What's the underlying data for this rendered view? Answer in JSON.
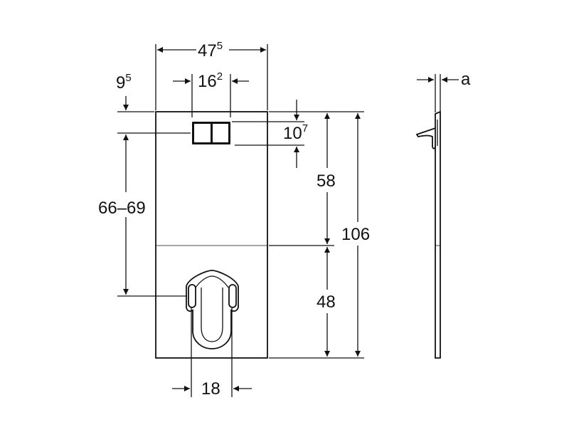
{
  "dimensions": {
    "width_main": {
      "base": "47",
      "sup": "5"
    },
    "width_button": {
      "base": "16",
      "sup": "2"
    },
    "top_offset": {
      "base": "9",
      "sup": "5"
    },
    "button_height": {
      "base": "10",
      "sup": "7"
    },
    "button_to_bowl": "66–69",
    "top_section": "58",
    "total_height": "106",
    "bottom_section": "48",
    "bolt_spacing": "18",
    "side_thickness": "a"
  }
}
